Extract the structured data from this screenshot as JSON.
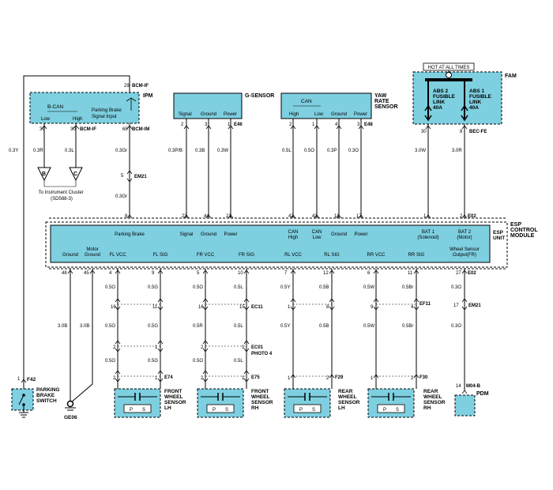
{
  "hot_label": "HOT AT ALL TIMES",
  "fam": {
    "name": "FAM",
    "fuse_abs2": [
      "ABS 2",
      "FUSIBLE",
      "LINK",
      "40A"
    ],
    "fuse_abs1": [
      "ABS 1",
      "FUSIBLE",
      "LINK",
      "40A"
    ],
    "pin_abs2": "30",
    "pin_abs1": "8",
    "connector": "BEC-FE"
  },
  "ipm": {
    "name": "IPM",
    "bcm_if": "BCM-IF",
    "bcm_im": "BCM-IM",
    "bcan": "B-CAN",
    "low": "Low",
    "high": "High",
    "parking_input": [
      "Parking Brake",
      "Signal Input"
    ],
    "pin_29": "29",
    "pin_39": "39",
    "pin_30": "30",
    "pin_68": "68"
  },
  "gsensor": {
    "name": "G-SENSOR",
    "signal": "Signal",
    "ground": "Ground",
    "power": "Power",
    "pins": [
      "2",
      "3",
      "1"
    ],
    "connector": "E46"
  },
  "yaw": {
    "name": [
      "YAW",
      "RATE",
      "SENSOR"
    ],
    "can": "CAN",
    "high": "High",
    "low": "Low",
    "ground": "Ground",
    "power": "Power",
    "pins": [
      "2",
      "1",
      "4",
      "3"
    ],
    "connector": "E48"
  },
  "wires": {
    "w1": "0.3Y",
    "w2": "0.3R",
    "w3": "0.3L",
    "w4": "0.3Gr",
    "w5": "0.3P/B",
    "w6": "0.3B",
    "w7": "0.3W",
    "w8": "0.5L",
    "w9": "0.5O",
    "w10": "0.3P",
    "w11": "0.3O",
    "w12": "3.0W",
    "w13": "3.0R",
    "w14": "0.3Gr",
    "g1": "3.0B",
    "g2": "3.0B"
  },
  "em21": "EM21",
  "to_cluster": [
    "To Instrument Cluster",
    "(SD588-3)"
  ],
  "conn_b": "B",
  "conn_c": "C",
  "esp": {
    "title": [
      "ESP",
      "CONTROL",
      "MODULE"
    ],
    "unit": [
      "ESP",
      "UNIT"
    ],
    "top_labels": [
      "Parking Brake",
      "Signal",
      "Ground",
      "Power",
      "CAN High",
      "CAN Low",
      "Ground",
      "Power",
      "BAT 1 (Solenoid)",
      "BAT 2 (Motor)"
    ],
    "top_pins": [
      "8",
      "23",
      "44",
      "21",
      "42",
      "43",
      "18",
      "17",
      "1",
      "2"
    ],
    "top_conn": "E02",
    "bottom_labels": [
      "Ground",
      "Motor Ground",
      "FL VCC",
      "FL SIG",
      "FR VCC",
      "FR SIG",
      "RL VCC",
      "RL SIG",
      "RR VCC",
      "RR SIG",
      "Wheel Sensor Output(FR)"
    ],
    "bottom_pins": [
      "48",
      "45",
      "4",
      "9",
      "5",
      "10",
      "7",
      "12",
      "6",
      "11",
      "27"
    ],
    "bottom_conn": "E02"
  },
  "lower": {
    "fl_w1": [
      "0.5O",
      "0.5G"
    ],
    "fl_pins1": [
      "16",
      "11"
    ],
    "fl_w2": [
      "0.5O",
      "0.5G"
    ],
    "fl_pins2": [
      "2",
      "1"
    ],
    "fl_w3": [
      "0.5O",
      "0.5G"
    ],
    "fl_pins3": [
      "2",
      "1"
    ],
    "fr_w1": [
      "0.5O",
      "0.5L"
    ],
    "fr_pins1": [
      "16",
      "15"
    ],
    "fr_w2": [
      "0.5R",
      "0.5L"
    ],
    "fr_pins2": [
      "2",
      "1"
    ],
    "fr_w3": [
      "0.5O",
      "0.5L"
    ],
    "fr_pins3": [
      "2",
      "1"
    ],
    "rl_w1": [
      "0.5Y",
      "0.5B"
    ],
    "rl_pins1": [
      "1",
      "8"
    ],
    "rl_w2": [
      "0.5Y",
      "0.5B"
    ],
    "rl_pins2": [
      "1",
      "2"
    ],
    "rr_w1": [
      "0.5W",
      "0.5Br"
    ],
    "rr_pins1": [
      "9",
      "4"
    ],
    "rr_w2": [
      "0.5W",
      "0.5Br"
    ],
    "rr_pins2": [
      "1",
      "2"
    ],
    "ws_w1": "0.3O",
    "ws_pin1": "17",
    "ws_w2": "0.3O",
    "ws_pin2": "14",
    "ec11": "EC11",
    "ec01": "EC01",
    "photo": "PHOTO 4",
    "ef11": "EF11",
    "em21b": "EM21",
    "e74": "E74",
    "e75": "E75",
    "f29": "F29",
    "f30": "F30",
    "m04b": "M04-B"
  },
  "sensors": {
    "fl": [
      "FRONT",
      "WHEEL",
      "SENSOR",
      "LH"
    ],
    "fr": [
      "FRONT",
      "WHEEL",
      "SENSOR",
      "RH"
    ],
    "rl": [
      "REAR",
      "WHEEL",
      "SENSOR",
      "LH"
    ],
    "rr": [
      "REAR",
      "WHEEL",
      "SENSOR",
      "RH"
    ],
    "p": "P",
    "s": "S"
  },
  "parking": {
    "pin": "1",
    "conn": "F42",
    "name": [
      "PARKING",
      "BRAKE",
      "SWITCH"
    ]
  },
  "ge06": "GE06",
  "pdm": "PDM",
  "colors": {
    "module_fill": "#7ecfe0",
    "line": "#000000"
  }
}
